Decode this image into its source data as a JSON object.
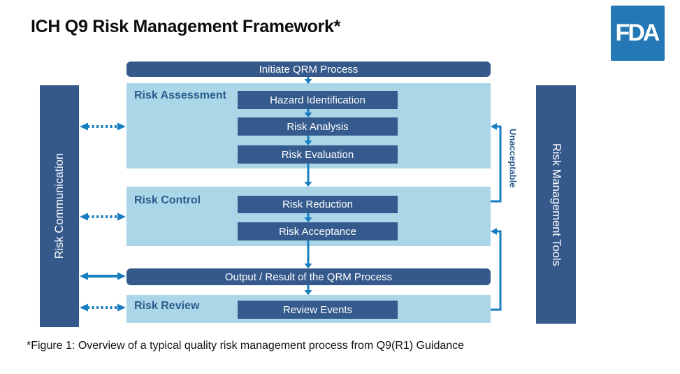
{
  "page": {
    "title": "ICH Q9 Risk Management Framework*",
    "caption": "*Figure 1: Overview of a typical quality risk management process from Q9(R1) Guidance"
  },
  "logo": {
    "text": "FDA"
  },
  "flow": {
    "initiate_label": "Initiate QRM Process",
    "output_label": "Output / Result of the QRM Process",
    "sections": [
      {
        "label": "Risk Assessment",
        "steps": [
          "Hazard Identification",
          "Risk Analysis",
          "Risk Evaluation"
        ]
      },
      {
        "label": "Risk Control",
        "steps": [
          "Risk Reduction",
          "Risk Acceptance"
        ]
      },
      {
        "label": "Risk Review",
        "steps": [
          "Review Events"
        ]
      }
    ],
    "feedback_label": "Unacceptable"
  },
  "sidebars": {
    "left_label": "Risk Communication",
    "right_label": "Risk Management Tools"
  },
  "colors": {
    "dark_blue": "#36598c",
    "light_blue": "#aad6e8",
    "arrow_blue": "#177dbf",
    "label_blue": "#2b5b8d",
    "fda_blue": "#2478b6"
  }
}
